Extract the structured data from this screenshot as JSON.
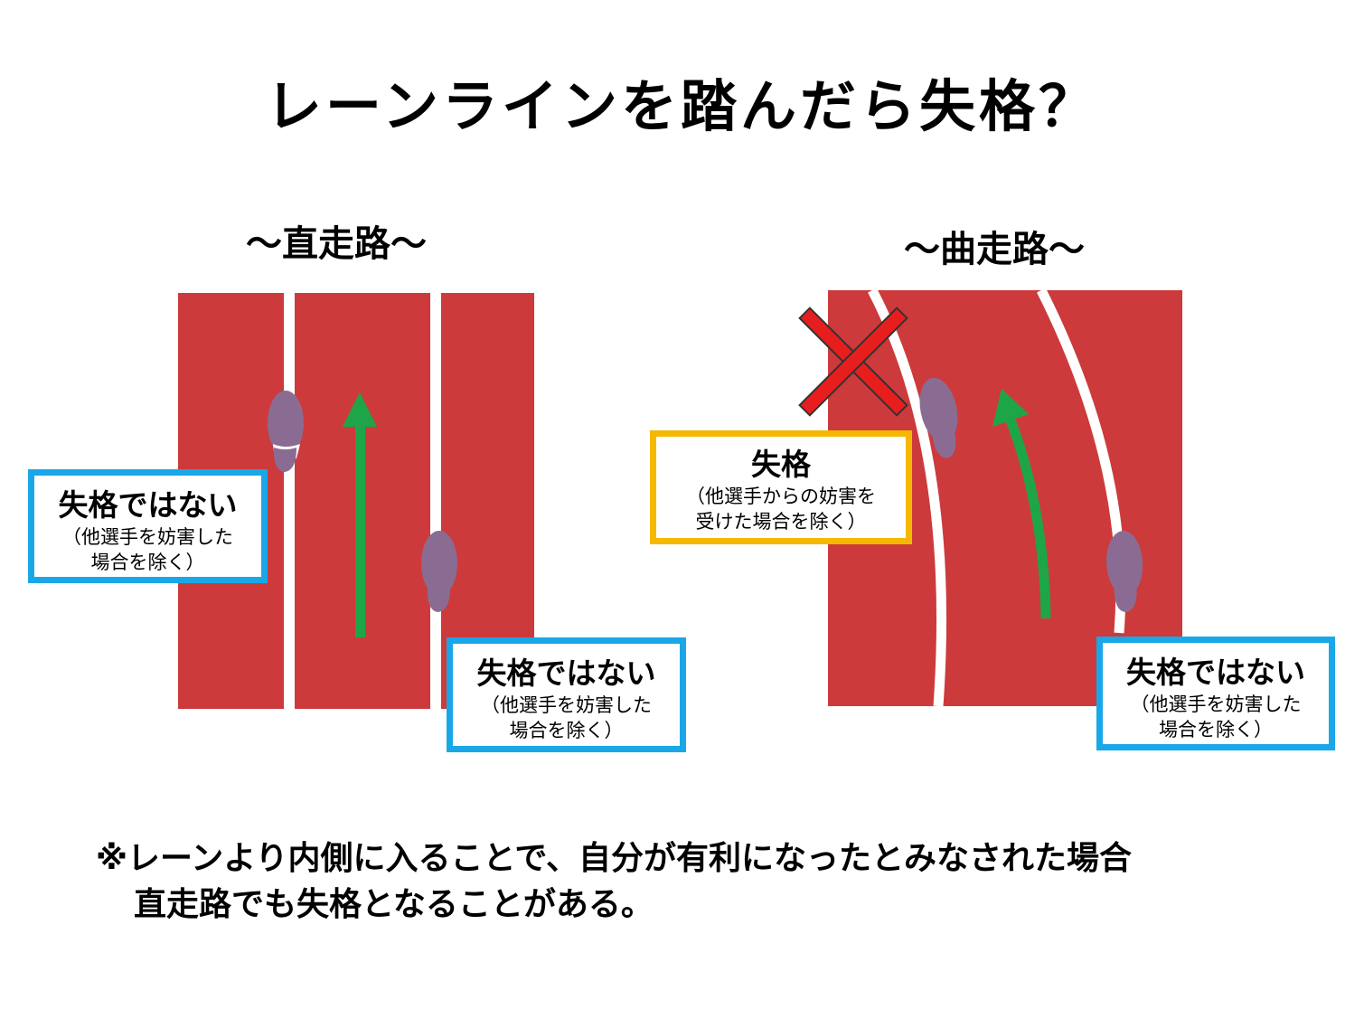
{
  "title": "レーンラインを踏んだら失格？",
  "straight": {
    "heading": "〜直走路〜",
    "left_box": {
      "main": "失格ではない",
      "sub1": "（他選手を妨害した",
      "sub2": "場合を除く）"
    },
    "right_box": {
      "main": "失格ではない",
      "sub1": "（他選手を妨害した",
      "sub2": "場合を除く）"
    }
  },
  "curve": {
    "heading": "〜曲走路〜",
    "dq_box": {
      "main": "失格",
      "sub1": "（他選手からの妨害を",
      "sub2": "受けた場合を除く）"
    },
    "right_box": {
      "main": "失格ではない",
      "sub1": "（他選手を妨害した",
      "sub2": "場合を除く）"
    }
  },
  "note": {
    "line1": "※レーンより内側に入ることで、自分が有利になったとみなされた場合",
    "line2": "直走路でも失格となることがある。"
  },
  "colors": {
    "track": "#cd3a3c",
    "lane_line": "#ffffff",
    "arrow": "#1ea54a",
    "footprint": "#8a6c92",
    "cross": "#e61e1e",
    "box_blue": "#1aa7e8",
    "box_orange": "#f5b800"
  }
}
